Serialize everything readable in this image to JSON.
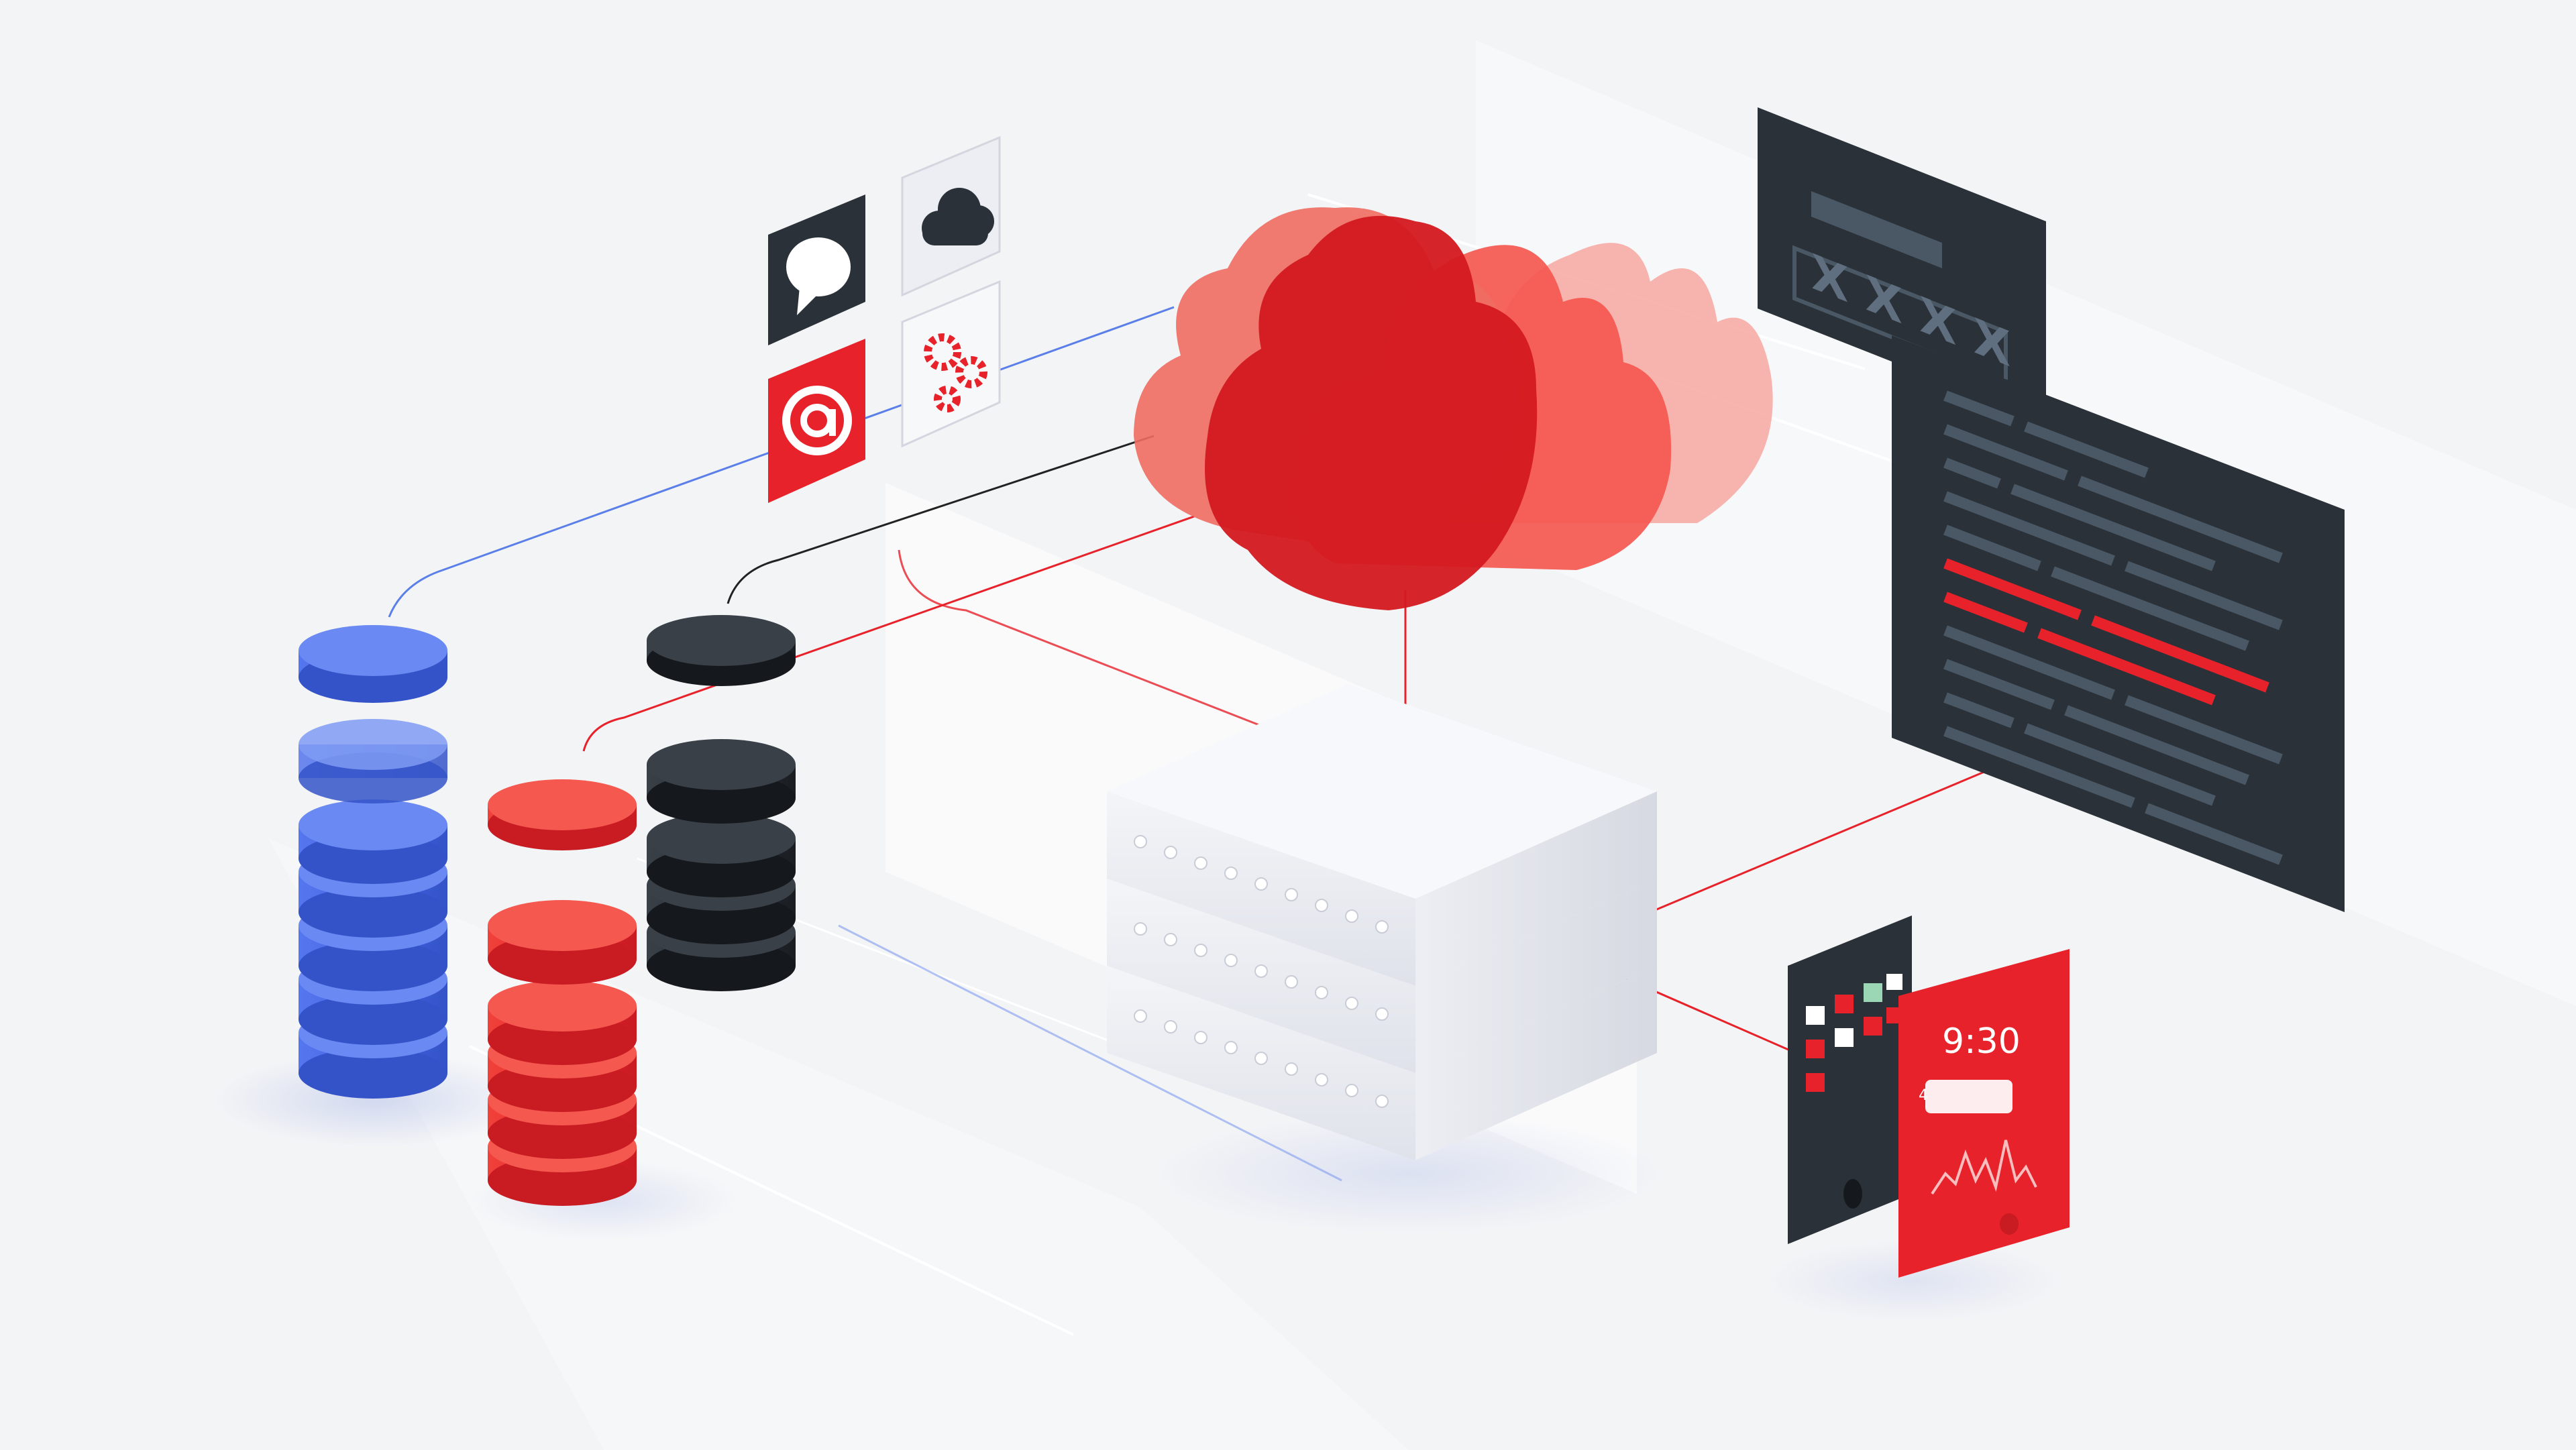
{
  "password_panel": {
    "mask_text": "X X X X"
  },
  "phone": {
    "clock": "9:30",
    "notification_count": "4"
  },
  "colors": {
    "background": "#f3f4f6",
    "red": "#e8222a",
    "red_light": "#f4584f",
    "blue": "#3f62e0",
    "dark": "#1f2328",
    "panel": "#2a3138",
    "panel_line": "#4a5866",
    "server": "#e4e7ee"
  },
  "icons": {
    "chat_tile": "chat-bubble-icon",
    "cloud_tile": "cloud-icon",
    "email_tile": "at-sign-icon",
    "settings_tile": "gears-icon"
  }
}
